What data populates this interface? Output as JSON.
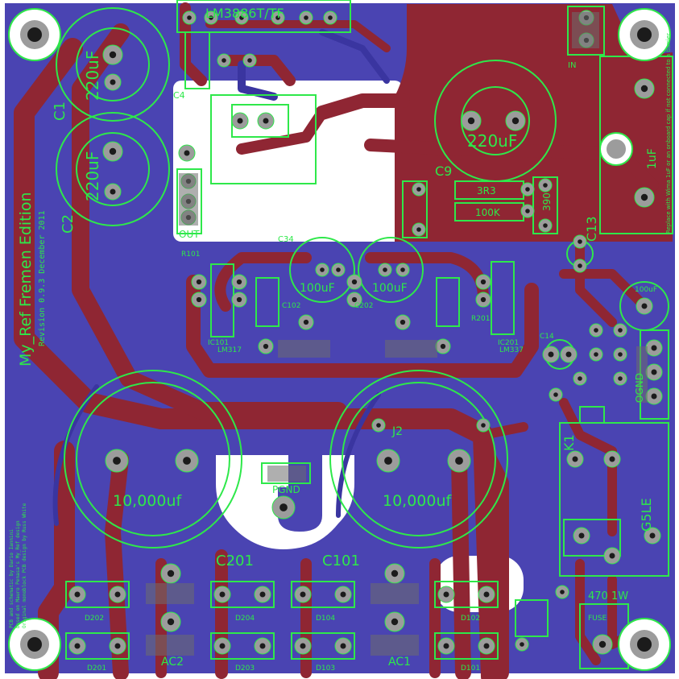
{
  "colors": {
    "top_copper": "#8f2633",
    "bottom_copper": "#4a44b2",
    "silkscreen": "#2ee84a",
    "pad": "#9c9c9c",
    "board_bg": "#ffffff",
    "hole": "#1b1b1b"
  },
  "labels": {
    "ic_top": "LM3886T/TF",
    "cap_220_c1": "220uF",
    "cap_220_c2": "220uF",
    "c1": "C1",
    "c2": "C2",
    "c4": "C4",
    "c9": "C9",
    "c13": "C13",
    "c34": "C34",
    "cap_220_right": "220uF",
    "res_3r3": "3R3",
    "res_100k": "100K",
    "res_390": "390",
    "cap_100uf_left": "100uF",
    "cap_100uf_right": "100uF",
    "c102": "C102",
    "c202": "C202",
    "ic101": "IC101",
    "ic201": "IC201",
    "lm317": "LM317",
    "lm337": "LM337",
    "cap_10000_left": "10,000uf",
    "cap_10000_right": "10,000uf",
    "pgnd": "PGND",
    "c201": "C201",
    "c101": "C101",
    "ac1": "AC1",
    "ac2": "AC2",
    "d101": "D101",
    "d102": "D102",
    "d103": "D103",
    "d104": "D104",
    "d201": "D201",
    "d202": "D202",
    "d203": "D203",
    "d204": "D204",
    "out": "OUT",
    "in": "IN",
    "j2": "J2",
    "k1": "K1",
    "ogndd": "OGND",
    "relay": "G5LE",
    "title": "My_Ref Fremen Edition",
    "revision": "Revision 0.9.3  December 2011",
    "credits": [
      "PCB and schematic by Dario Iannini",
      "based on Mauro Penasa's My_Ref design",
      "Original monoblock PCB design by Russ White"
    ],
    "note": "Replace with Wima 1uF or an onboard cap if not connected to a barrier",
    "value_1uf": "1uF",
    "value_470": "470 1W",
    "value_100uf": "100uF",
    "c14": "C14",
    "fuse": "FUSE",
    "r101": "R101",
    "r201": "R201"
  }
}
